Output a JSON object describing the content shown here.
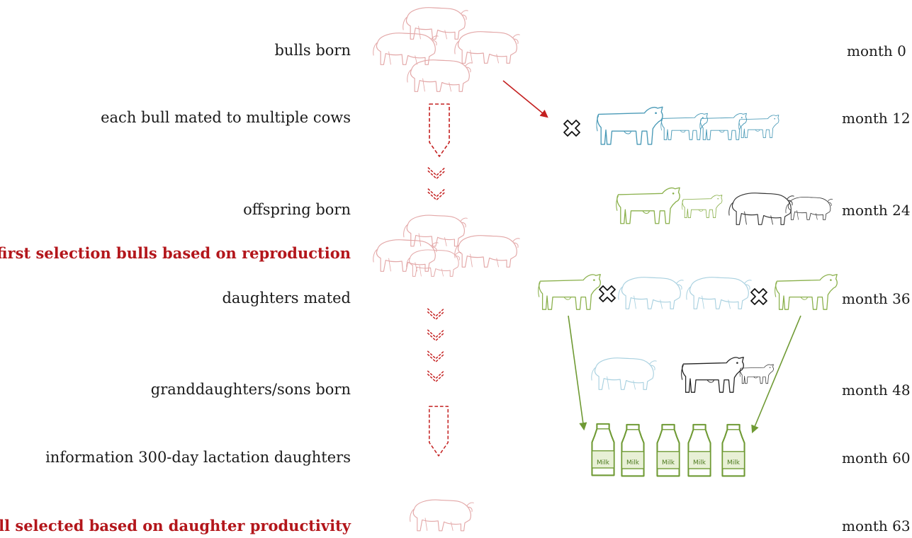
{
  "stages": [
    {
      "key": "bulls_born",
      "label": "bulls born",
      "month": "month 0"
    },
    {
      "key": "mated",
      "label": "each bull mated to multiple cows",
      "month": "month 12"
    },
    {
      "key": "offspring",
      "label": "offspring born",
      "month": "month 24"
    },
    {
      "key": "first_selection",
      "label": "first selection bulls based on reproduction",
      "month": ""
    },
    {
      "key": "daughters_mated",
      "label": "daughters mated",
      "month": "month 36"
    },
    {
      "key": "granddaughters",
      "label": "granddaughters/sons born",
      "month": "month 48"
    },
    {
      "key": "lactation",
      "label": "information 300-day lactation daughters",
      "month": "month 60"
    },
    {
      "key": "bull_selected",
      "label": "bull selected based on daughter productivity",
      "month": "month 63"
    }
  ],
  "milk_label": "Milk",
  "colors": {
    "bull": "#e3a7a7",
    "arrow_red": "#c42020",
    "cow_blue": "#4a9ab7",
    "cow_blue_light": "#a9d1e0",
    "cow_green": "#8ab04b",
    "cow_black": "#222222",
    "arrow_green": "#6f9a34",
    "emphasis_red": "#b3161b"
  },
  "icons": [
    "bull-icon",
    "cow-icon",
    "cross-icon",
    "milk-bottle-icon",
    "dashed-arrow-icon",
    "chevron-icon"
  ]
}
